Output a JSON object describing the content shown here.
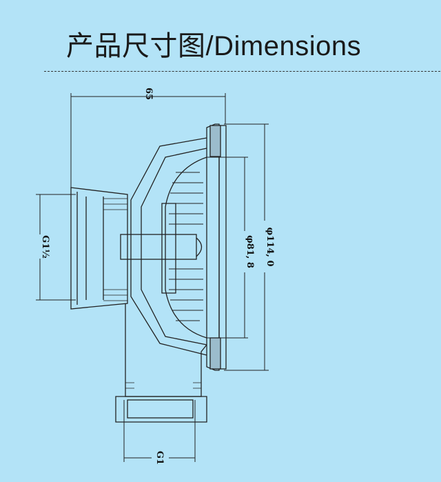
{
  "title": {
    "cn": "产品尺寸图",
    "separator": "/",
    "en": "Dimensions"
  },
  "dimensions": {
    "overall_depth": "65",
    "outlet_thread": "G1½",
    "inner_diameter": "φ81, 8",
    "outer_diameter": "φ114, 0",
    "overflow_thread": "G1"
  },
  "colors": {
    "background": "#b3e3f7",
    "line": "#222222"
  }
}
